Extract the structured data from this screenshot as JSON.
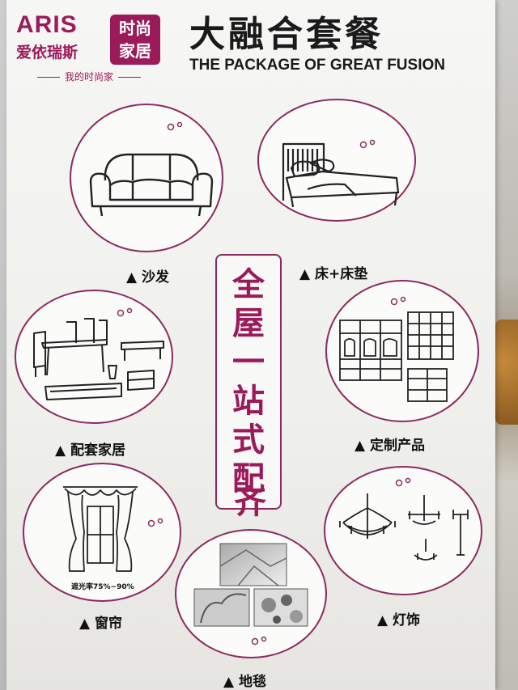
{
  "brand": {
    "name_en": "ARIS",
    "name_cn": "爱依瑞斯",
    "tag_line1": "时尚",
    "tag_line2": "家居",
    "slogan": "我的时尚家"
  },
  "title": {
    "cn": "大融合套餐",
    "en": "THE PACKAGE OF GREAT FUSION"
  },
  "center_slogan": [
    "全",
    "屋",
    "一",
    "站",
    "式",
    "配",
    "齐"
  ],
  "items": [
    {
      "label": "▲ 沙发",
      "icon": "sofa-icon"
    },
    {
      "label": "▲ 床+床垫",
      "icon": "bed-icon"
    },
    {
      "label": "▲ 配套家居",
      "icon": "dining-set-icon"
    },
    {
      "label": "▲ 定制产品",
      "icon": "wardrobe-icon"
    },
    {
      "label": "▲ 窗帘",
      "icon": "curtain-icon"
    },
    {
      "label": "▲ 地毯",
      "icon": "carpet-icon"
    },
    {
      "label": "▲ 灯饰",
      "icon": "chandelier-icon"
    }
  ],
  "curtain_caption": "遮光率75%~90%",
  "colors": {
    "brand": "#9b1b5a",
    "circle_border": "#8c2a5e",
    "text": "#111111"
  }
}
